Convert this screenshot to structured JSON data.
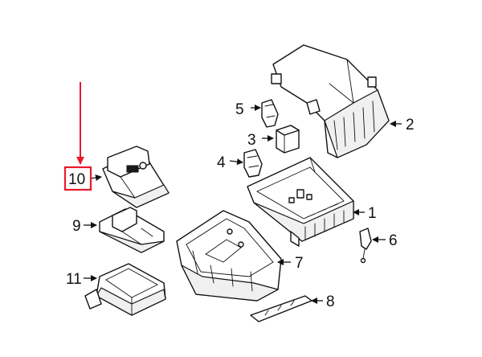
{
  "callouts": {
    "c1": "1",
    "c2": "2",
    "c3": "3",
    "c4": "4",
    "c5": "5",
    "c6": "6",
    "c7": "7",
    "c8": "8",
    "c9": "9",
    "c10": "10",
    "c11": "11"
  },
  "highlight": {
    "callout": "10",
    "color": "#e8192c"
  }
}
